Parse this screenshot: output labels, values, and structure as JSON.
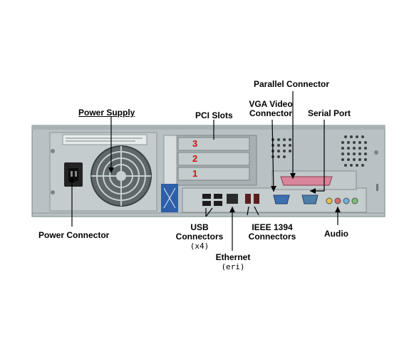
{
  "labels": {
    "power_supply": "Power Supply",
    "pci_slots": "PCI Slots",
    "vga_line1": "VGA Video",
    "vga_line2": "Connector",
    "parallel": "Parallel Connector",
    "serial": "Serial Port",
    "power_connector": "Power Connector",
    "usb_line1": "USB",
    "usb_line2": "Connectors",
    "usb_count": "(x4)",
    "ieee_line1": "IEEE 1394",
    "ieee_line2": "Connectors",
    "ethernet": "Ethernet",
    "ethernet_sub": "(eri)",
    "audio": "Audio"
  },
  "slots": [
    "3",
    "2",
    "1"
  ],
  "colors": {
    "chassis": "#b9c2c4",
    "slot_number": "#cc1111",
    "parallel_port": "#d9859a",
    "vga_port": "#3d6fb3",
    "serial_port": "#4f7fa8"
  }
}
